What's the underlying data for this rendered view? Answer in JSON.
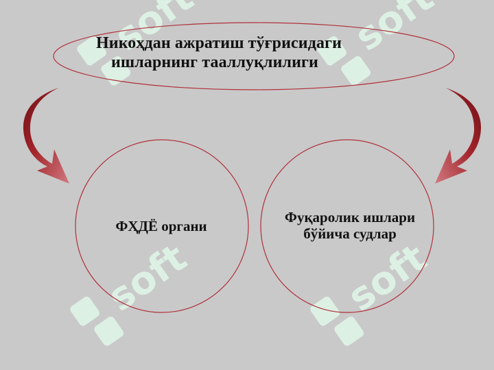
{
  "diagram": {
    "title_line_1": "Никоҳдан ажратиш тўғрисидаги",
    "title_line_2": "ишларнинг тааллуқлилиги",
    "left_node": "ФҲДЁ органи",
    "right_node_line_1": "Фуқаролик ишлари",
    "right_node_line_2": "бўйича судлар"
  },
  "colors": {
    "background": "#c9c9c9",
    "shape_outline": "#b0303a",
    "arrow_fill": "#9b1f25",
    "watermark": "#d9f2e3"
  },
  "icons": {
    "left_arrow": "curved-arrow-down-right-icon",
    "right_arrow": "curved-arrow-down-left-icon",
    "watermark": "soft-logo-watermark"
  }
}
